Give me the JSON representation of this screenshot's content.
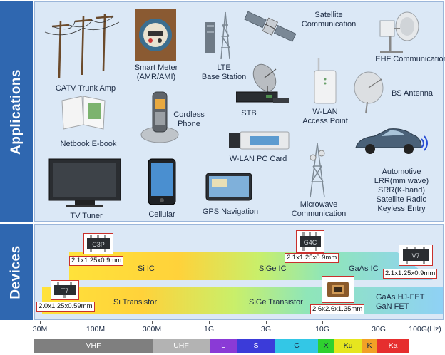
{
  "sections": {
    "applications": "Applications",
    "devices": "Devices"
  },
  "applications": {
    "catv": "CATV Trunk Amp",
    "smart_meter": "Smart Meter\n(AMR/AMI)",
    "lte": "LTE\nBase Station",
    "satellite": "Satellite\nCommunication",
    "ehf": "EHF Communication",
    "bs_antenna": "BS Antenna",
    "stb": "STB",
    "wlan_ap": "W-LAN\nAccess Point",
    "cordless": "Cordless\nPhone",
    "netbook": "Netbook E-book",
    "wlan_pc": "W-LAN PC Card",
    "automotive": "Automotive\nLRR(mm wave)\nSRR(K-band)\nSatellite Radio\nKeyless Entry",
    "tv_tuner": "TV Tuner",
    "cellular": "Cellular",
    "gps": "GPS Navigation",
    "microwave": "Microwave\nCommunication"
  },
  "devices": {
    "ic_bands": {
      "si": "Si IC",
      "sige": "SiGe IC",
      "gaas": "GaAs IC"
    },
    "transistor_bands": {
      "si": "Si Transistor",
      "sige": "SiGe Transistor",
      "gaas": "GaAs HJ-FET\nGaN FET"
    },
    "packages": {
      "c3p": {
        "marking": "C3P",
        "size": "2.1x1.25x0.9mm"
      },
      "g4c": {
        "marking": "G4C",
        "size": "2.1x1.25x0.9mm"
      },
      "v7": {
        "marking": "V7",
        "size": "2.1x1.25x0.9mm"
      },
      "t7": {
        "marking": "T7",
        "size": "2.0x1.25x0.59mm"
      },
      "ceramic": {
        "marking": "",
        "size": "2.6x2.6x1.35mm"
      }
    }
  },
  "axis": {
    "ticks": [
      "30M",
      "100M",
      "300M",
      "1G",
      "3G",
      "10G",
      "30G",
      "100G"
    ],
    "unit": "(Hz)"
  },
  "bands": [
    {
      "label": "VHF",
      "color": "#7f7f7f",
      "text_color": "#ffffff"
    },
    {
      "label": "UHF",
      "color": "#b3b3b3",
      "text_color": "#ffffff"
    },
    {
      "label": "L",
      "color": "#8a3ad6",
      "text_color": "#ffffff"
    },
    {
      "label": "S",
      "color": "#3b3bd9",
      "text_color": "#ffffff"
    },
    {
      "label": "C",
      "color": "#33c7e6",
      "text_color": "#1c2b44"
    },
    {
      "label": "X",
      "color": "#2fd12f",
      "text_color": "#1c2b44"
    },
    {
      "label": "Ku",
      "color": "#e6e61f",
      "text_color": "#1c2b44"
    },
    {
      "label": "K",
      "color": "#f2a126",
      "text_color": "#1c2b44"
    },
    {
      "label": "Ka",
      "color": "#e62e2e",
      "text_color": "#ffffff"
    }
  ],
  "colors": {
    "section_blue": "#2f67b0",
    "panel_bg": "#dbe8f6",
    "ic_gradient": [
      "#ffe23a",
      "#ffd23a",
      "#c9ef6a",
      "#8fe6b8",
      "#8fd1f5"
    ],
    "callout_red": "#c9302c"
  }
}
